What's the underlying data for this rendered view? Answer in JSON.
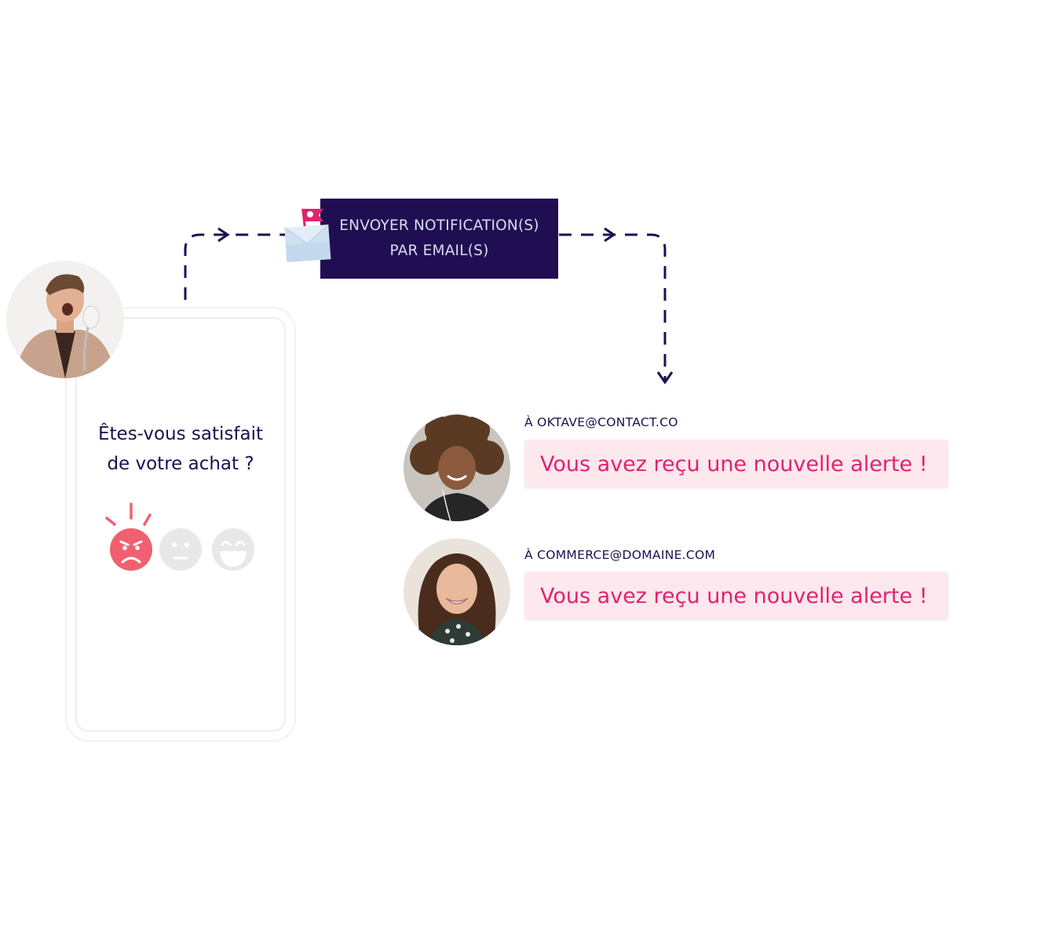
{
  "survey": {
    "question_line1": "Êtes-vous satisfait",
    "question_line2": "de votre achat ?",
    "ratings": [
      "angry-face",
      "neutral-face",
      "happy-face"
    ],
    "selected_rating": "angry-face"
  },
  "action": {
    "line1": "ENVOYER NOTIFICATION(S)",
    "line2": "PAR EMAIL(S)",
    "icon": "mailbox-flag-icon"
  },
  "recipients": [
    {
      "email": "À OKTAVE@CONTACT.CO",
      "message": "Vous avez reçu une nouvelle alerte !"
    },
    {
      "email": "À COMMERCE@DOMAINE.COM",
      "message": "Vous avez reçu une nouvelle alerte !"
    }
  ],
  "colors": {
    "navy": "#1f0f52",
    "pink": "#e1226f",
    "bubble": "#fde8ee",
    "angry": "#f06070",
    "inactive": "#e8e8ea"
  }
}
